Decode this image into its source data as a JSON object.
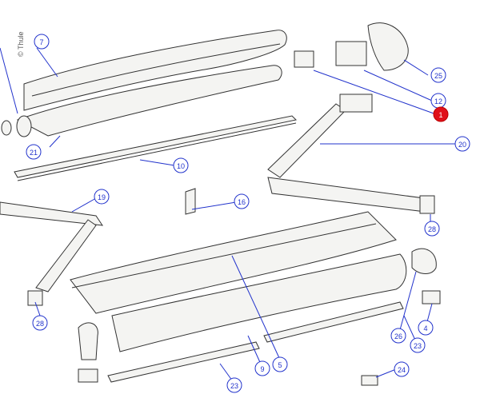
{
  "copyright": "© Thule",
  "callouts": [
    {
      "id": "c7",
      "label": "7",
      "highlight": false
    },
    {
      "id": "c21",
      "label": "21",
      "highlight": false
    },
    {
      "id": "c10",
      "label": "10",
      "highlight": false
    },
    {
      "id": "c19",
      "label": "19",
      "highlight": false
    },
    {
      "id": "c28a",
      "label": "28",
      "highlight": false
    },
    {
      "id": "c16",
      "label": "16",
      "highlight": false
    },
    {
      "id": "c25",
      "label": "25",
      "highlight": false
    },
    {
      "id": "c12",
      "label": "12",
      "highlight": false
    },
    {
      "id": "c1",
      "label": "1",
      "highlight": true
    },
    {
      "id": "c20",
      "label": "20",
      "highlight": false
    },
    {
      "id": "c28b",
      "label": "28",
      "highlight": false
    },
    {
      "id": "c5",
      "label": "5",
      "highlight": false
    },
    {
      "id": "c9",
      "label": "9",
      "highlight": false
    },
    {
      "id": "c26",
      "label": "26",
      "highlight": false
    },
    {
      "id": "c23a",
      "label": "23",
      "highlight": false
    },
    {
      "id": "c4",
      "label": "4",
      "highlight": false
    },
    {
      "id": "c23b",
      "label": "23",
      "highlight": false
    },
    {
      "id": "c24",
      "label": "24",
      "highlight": false
    }
  ],
  "colors": {
    "line": "#2233cc",
    "highlight": "#e0101a",
    "part": "#333333",
    "fill": "#f4f4f2"
  }
}
